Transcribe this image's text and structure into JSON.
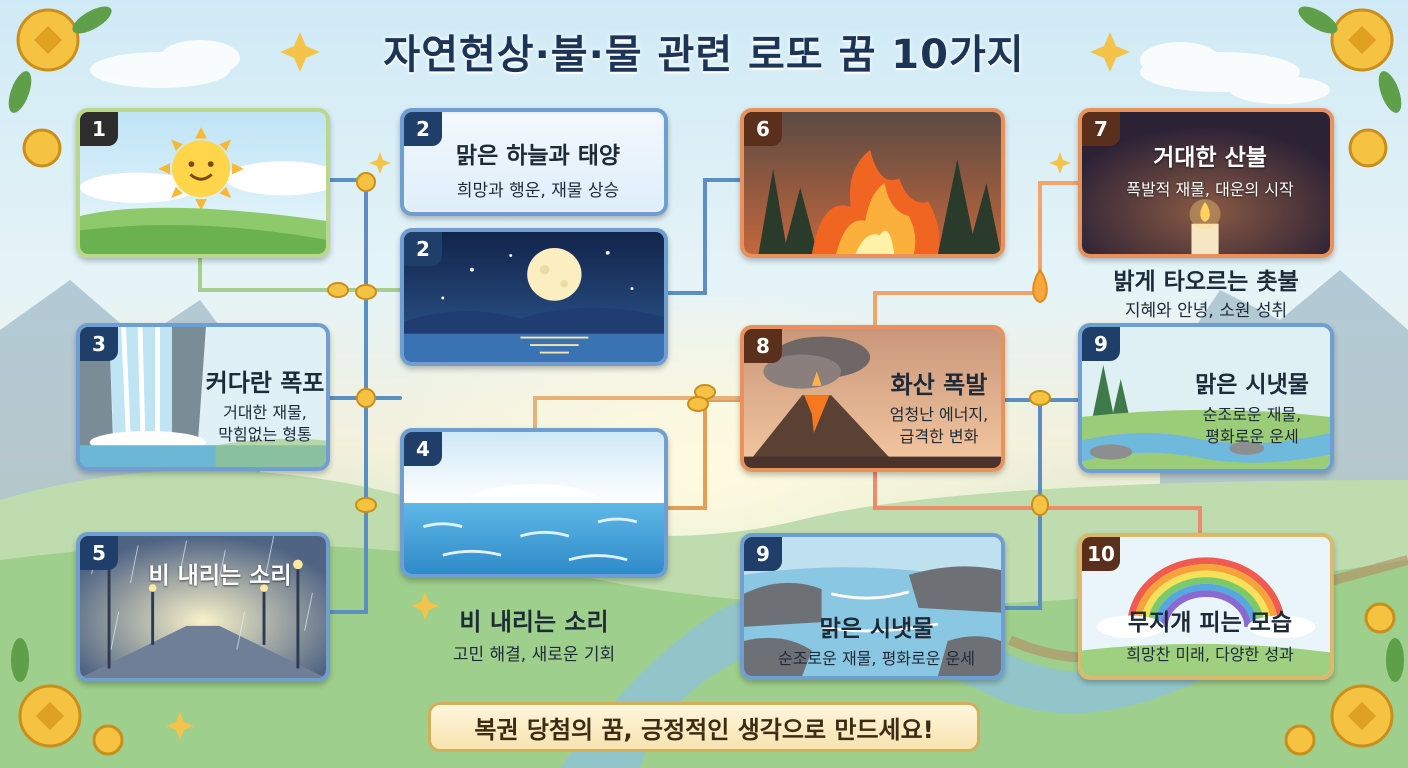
{
  "header": {
    "title": "자연현상·불·물 관련 로또 꿈 10가지"
  },
  "cards": [
    {
      "id": "sun",
      "number": "1"
    },
    {
      "id": "clear-sky",
      "number": "2",
      "title": "맑은 하늘과 태양",
      "subtitle": "희망과 행운, 재물 상승"
    },
    {
      "id": "moon",
      "number": "2"
    },
    {
      "id": "waterfall",
      "number": "3",
      "title": "커다란 폭포",
      "subtitle_line1": "거대한 재물,",
      "subtitle_line2": "막힘없는 형통"
    },
    {
      "id": "sea",
      "number": "4"
    },
    {
      "id": "rain",
      "number": "5",
      "title": "비 내리는 소리"
    },
    {
      "id": "fire",
      "number": "6"
    },
    {
      "id": "wildfire",
      "number": "7",
      "title": "거대한 산불",
      "subtitle": "폭발적 재물, 대운의 시작"
    },
    {
      "id": "volcano",
      "number": "8",
      "title": "화산 폭발",
      "subtitle_line1": "엄청난 에너지,",
      "subtitle_line2": "급격한 변화"
    },
    {
      "id": "stream-right",
      "number": "9",
      "title": "맑은 시냇물",
      "subtitle_line1": "순조로운 재물,",
      "subtitle_line2": "평화로운 운세"
    },
    {
      "id": "stream-bottom",
      "number": "9",
      "title": "맑은 시냇물",
      "subtitle": "순조로운 재물, 평화로운 운세"
    },
    {
      "id": "rainbow",
      "number": "10",
      "title": "무지개 피는 모습",
      "subtitle": "희망찬 미래, 다양한 성과"
    }
  ],
  "floating_labels": {
    "rain_title": "비 내리는 소리",
    "rain_subtitle": "고민 해결, 새로운 기회",
    "candle_title": "밝게 타오르는 촛불",
    "candle_subtitle": "지혜와 안녕, 소원 성취"
  },
  "footer": {
    "text": "복권 당첨의 꿈, 긍정적인 생각으로 만드세요!"
  }
}
